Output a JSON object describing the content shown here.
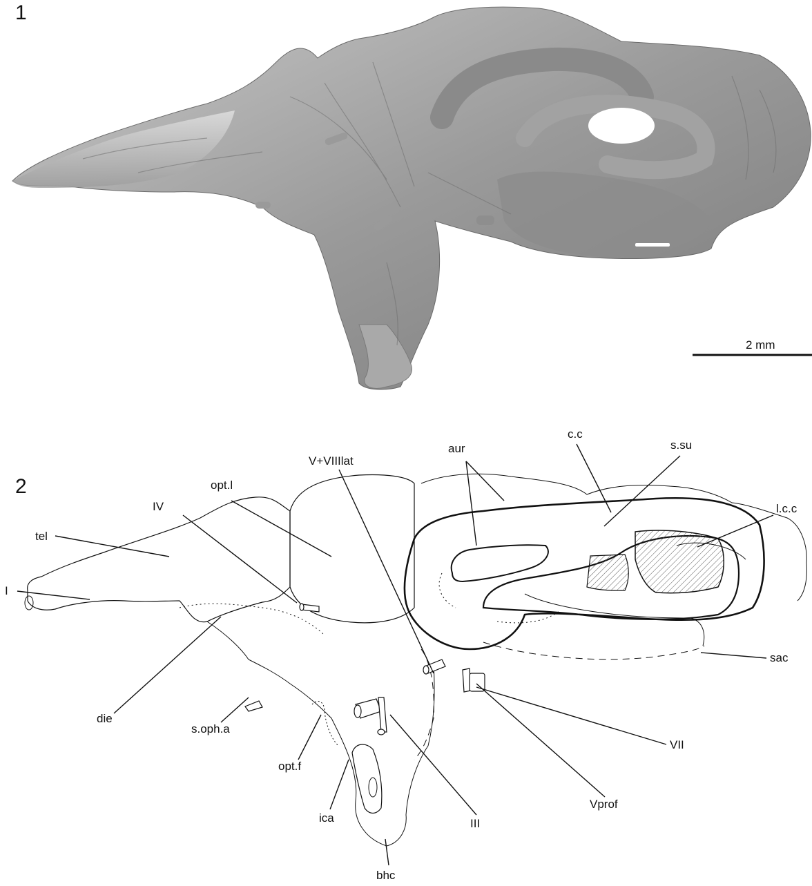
{
  "panels": [
    {
      "number": "1",
      "scale_bar_label": "2 mm"
    },
    {
      "number": "2"
    }
  ],
  "labels": {
    "aur": "aur",
    "c_c": "c.c",
    "s_su": "s.su",
    "v_viiilat": "V+VIIIlat",
    "opt_l": "opt.l",
    "l_c_c": "l.c.c",
    "iv": "IV",
    "tel": "tel",
    "i": "I",
    "sac": "sac",
    "die": "die",
    "s_oph_a": "s.oph.a",
    "vii": "VII",
    "opt_f": "opt.f",
    "vprof": "Vprof",
    "ica": "ica",
    "iii": "III",
    "bhc": "bhc"
  }
}
